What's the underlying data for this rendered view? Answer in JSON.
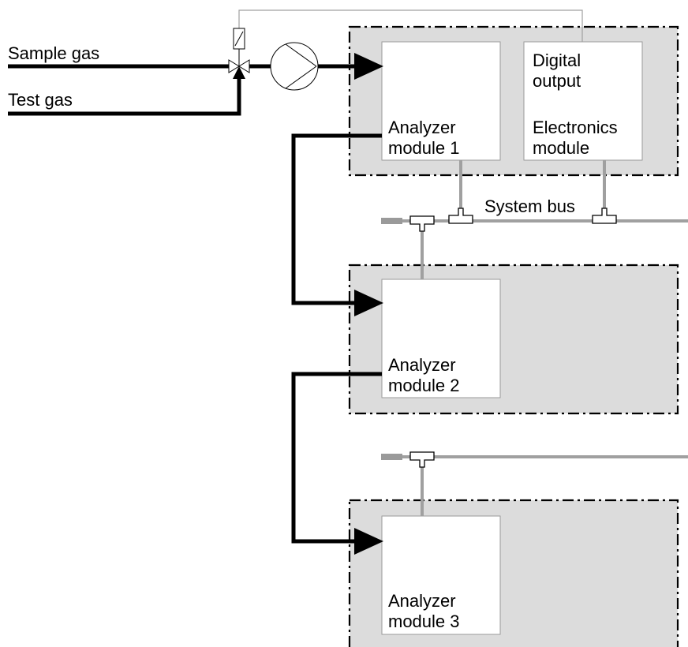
{
  "inputs": {
    "sample_gas": "Sample gas",
    "test_gas": "Test gas"
  },
  "bus": {
    "label": "System bus"
  },
  "modules": {
    "analyzer1": {
      "line1": "Analyzer",
      "line2": "module 1"
    },
    "analyzer2": {
      "line1": "Analyzer",
      "line2": "module 2"
    },
    "analyzer3": {
      "line1": "Analyzer",
      "line2": "module 3"
    },
    "digital_output": {
      "line1": "Digital",
      "line2": "output"
    },
    "electronics": {
      "line1": "Electronics",
      "line2": "module"
    }
  },
  "colors": {
    "enclosure_fill": "#dcdcdc",
    "bus_line": "#a0a0a0",
    "gas_line": "#000000"
  }
}
